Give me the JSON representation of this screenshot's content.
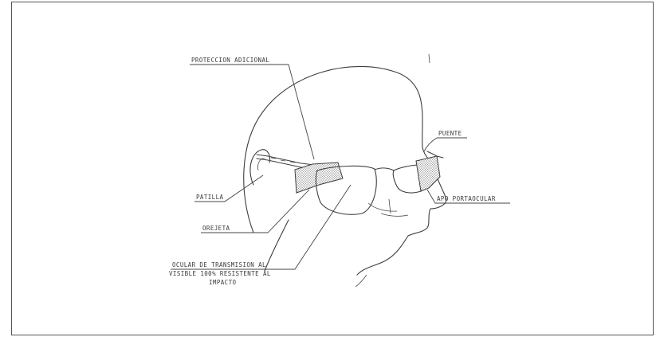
{
  "labels": {
    "proteccion": "PROTECCION ADICIONAL",
    "puente": "PUENTE",
    "patilla": "PATILLA",
    "apo": "APO PORTAOCULAR",
    "orejeta": "OREJETA",
    "oculares_1": "OCULAR DE TRANSMISION AL",
    "oculares_2": "VISIBLE 100% RESISTENTE AL",
    "oculares_3": "IMPACTO"
  },
  "colors": {
    "ink": "#3d3d3d",
    "background": "#ffffff"
  }
}
